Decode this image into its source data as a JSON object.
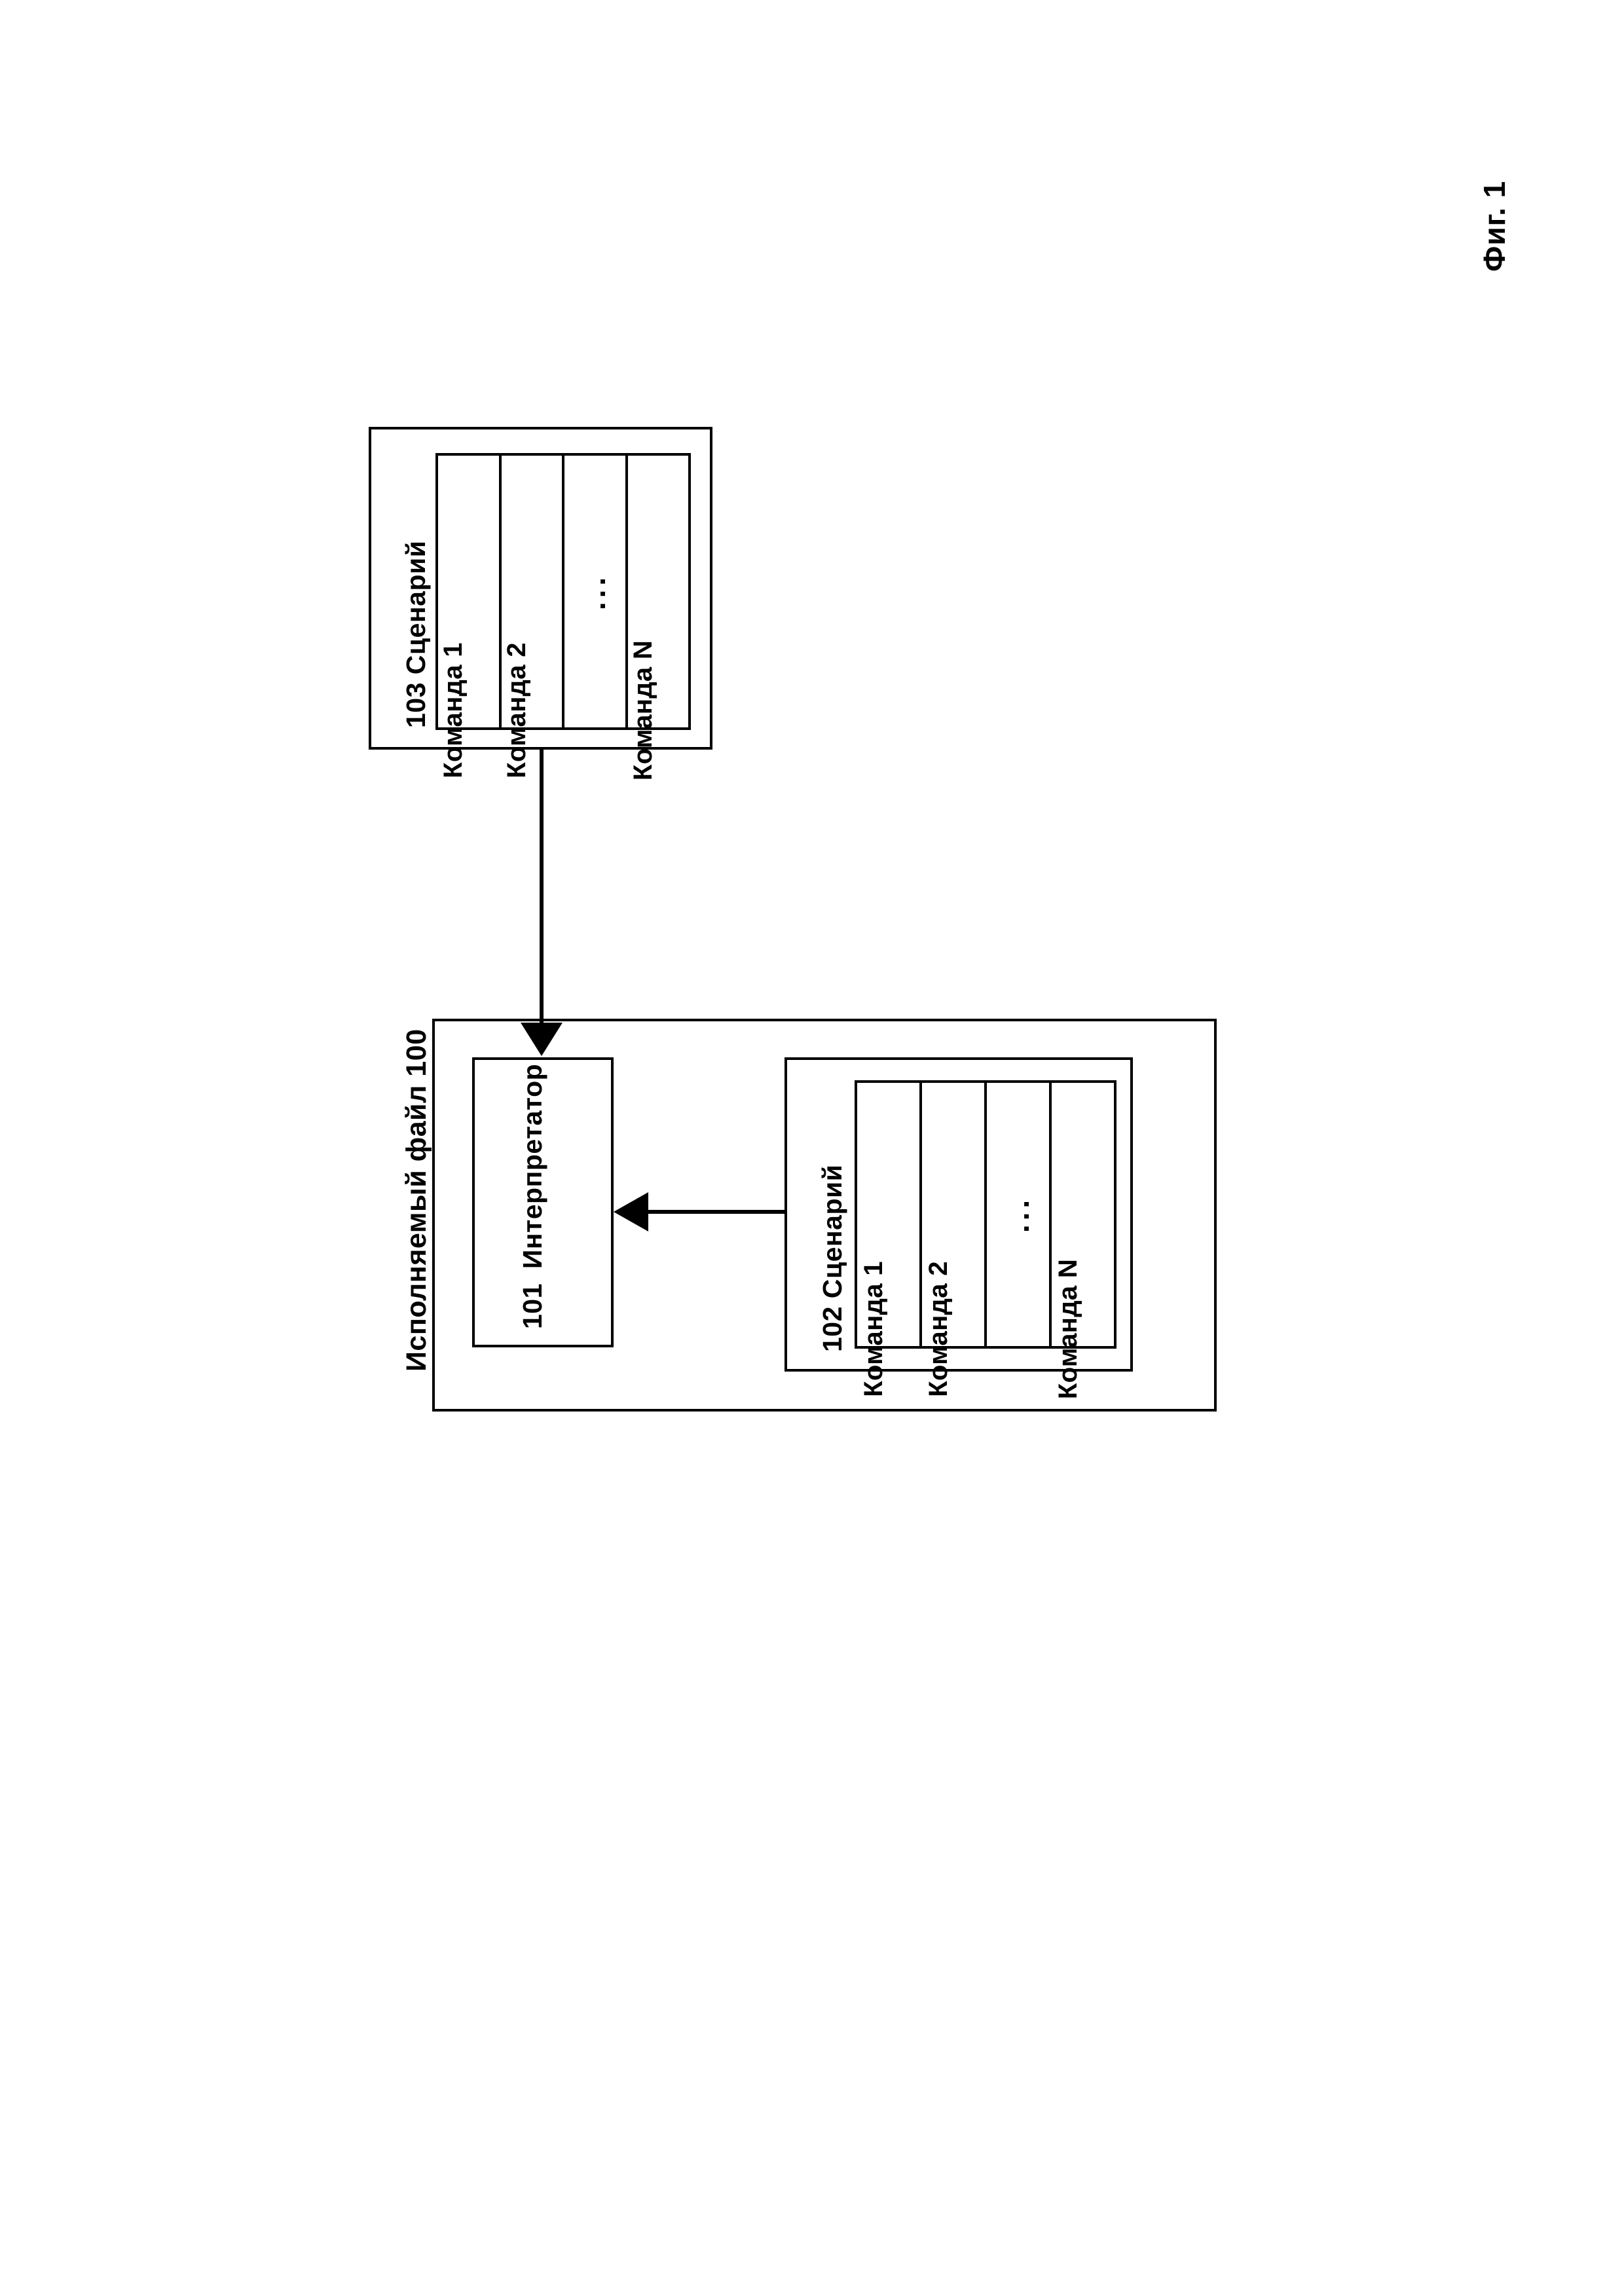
{
  "figure": {
    "caption": "Фиг. 1"
  },
  "scenario_top": {
    "ref": "103",
    "title": "Сценарий",
    "label": "103  Сценарий",
    "commands": [
      {
        "label": "Команда 1"
      },
      {
        "label": "Команда 2"
      },
      {
        "label": "..."
      },
      {
        "label": "Команда N"
      }
    ]
  },
  "executable_file": {
    "ref": "100",
    "title": "Исполняемый файл",
    "label": "Исполняемый файл   100",
    "interpreter": {
      "ref": "101",
      "title": "Интерпретатор"
    },
    "scenario_inner": {
      "ref": "102",
      "title": "Сценарий",
      "label": "102  Сценарий",
      "commands": [
        {
          "label": "Команда 1"
        },
        {
          "label": "Команда 2"
        },
        {
          "label": "..."
        },
        {
          "label": "Команда N"
        }
      ]
    }
  },
  "connections": [
    {
      "name": "scenario-103-to-interpreter-101",
      "from": "103",
      "to": "101",
      "direction": "down"
    },
    {
      "name": "scenario-102-to-interpreter-101",
      "from": "102",
      "to": "101",
      "direction": "left"
    }
  ],
  "colors": {
    "ink": "#000000",
    "paper": "#ffffff"
  }
}
